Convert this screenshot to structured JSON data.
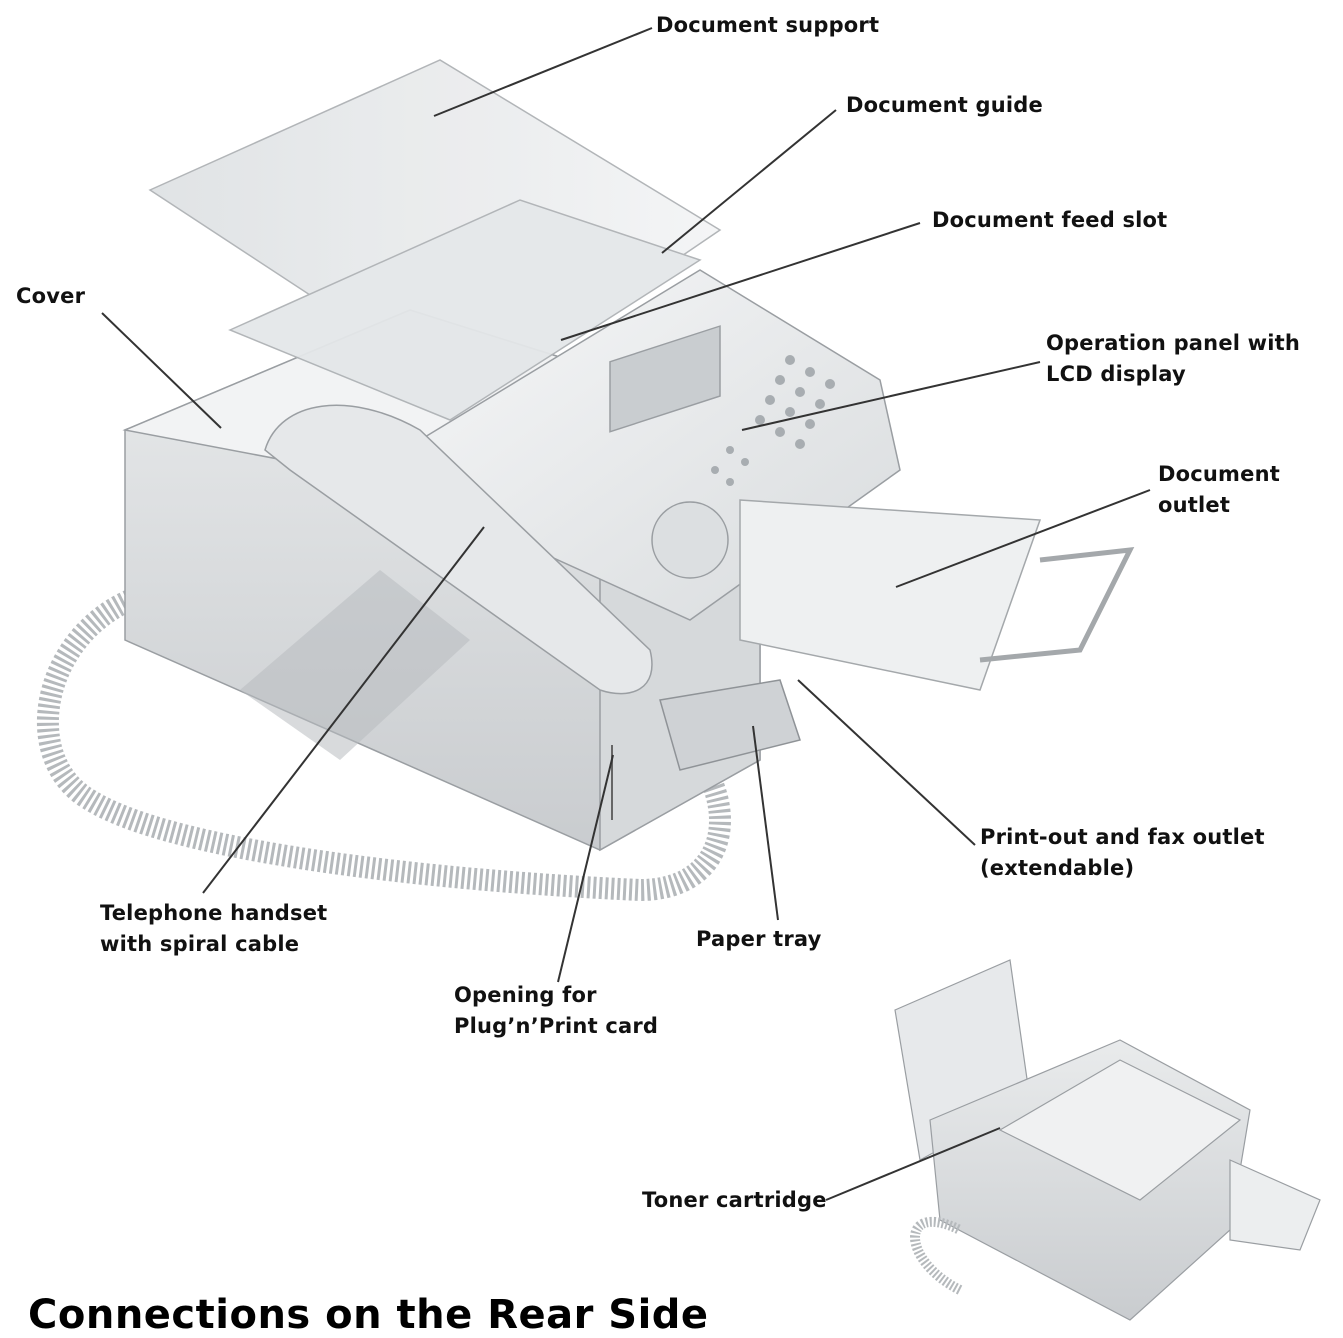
{
  "labels": {
    "document_support": "Document support",
    "document_guide": "Document guide",
    "document_feed_slot": "Document feed slot",
    "cover": "Cover",
    "operation_panel_line1": "Operation panel with",
    "operation_panel_line2": "LCD display",
    "document_outlet_line1": "Document",
    "document_outlet_line2": "outlet",
    "printout_outlet_line1": "Print-out and fax outlet",
    "printout_outlet_line2": "(extendable)",
    "handset_line1": "Telephone handset",
    "handset_line2": "with spiral cable",
    "paper_tray": "Paper tray",
    "opening_line1": "Opening for",
    "opening_line2": "Plug’n’Print card",
    "toner_cartridge": "Toner cartridge"
  },
  "section_heading": "Connections on the Rear Side",
  "colors": {
    "line": "#333333",
    "body": "#eceeef",
    "shade": "#d4d7d9",
    "outline": "#9a9ea2"
  }
}
